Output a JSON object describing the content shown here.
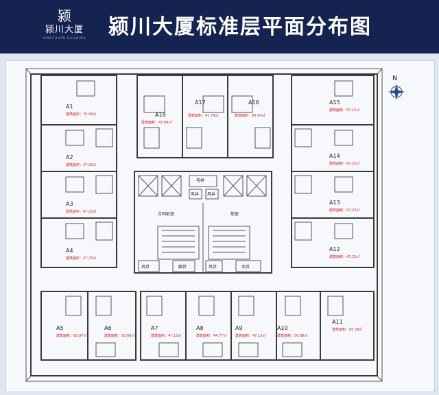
{
  "header": {
    "title": "颍川大厦标准层平面分布图",
    "logo_mark": "颍",
    "logo_name": "颍川大厦",
    "logo_en": "YINGCHUAN BUILDING"
  },
  "compass": {
    "label": "N"
  },
  "core": {
    "elevator_label": "电井",
    "air_shafts": [
      "风井",
      "风井",
      "风井",
      "风井"
    ],
    "corridor_shaft": "廊井",
    "water_shaft": "水井",
    "contract_room": "合同前室",
    "front_room": "前室"
  },
  "units": [
    {
      "id": "A1",
      "area": "建筑面积：76.99㎡"
    },
    {
      "id": "A2",
      "area": "建筑面积：47.23㎡"
    },
    {
      "id": "A3",
      "area": "建筑面积：47.23㎡"
    },
    {
      "id": "A4",
      "area": "建筑面积：47.23㎡"
    },
    {
      "id": "A5",
      "area": "建筑面积：65.97㎡"
    },
    {
      "id": "A6",
      "area": "建筑面积：50.68㎡"
    },
    {
      "id": "A7",
      "area": "建筑面积：47.13㎡"
    },
    {
      "id": "A8",
      "area": "建筑面积：44.77㎡"
    },
    {
      "id": "A9",
      "area": "建筑面积：47.13㎡"
    },
    {
      "id": "A10",
      "area": "建筑面积：50.68㎡"
    },
    {
      "id": "A11",
      "area": "建筑面积：85.59㎡"
    },
    {
      "id": "A12",
      "area": "建筑面积：47.23㎡"
    },
    {
      "id": "A13",
      "area": "建筑面积：47.23㎡"
    },
    {
      "id": "A14",
      "area": "建筑面积：47.23㎡"
    },
    {
      "id": "A15",
      "area": "建筑面积：57.13㎡"
    },
    {
      "id": "A16",
      "area": "建筑面积：43.94㎡"
    },
    {
      "id": "A17",
      "area": "建筑面积：41.79㎡"
    },
    {
      "id": "A18",
      "area": "建筑面积：43.94㎡"
    }
  ]
}
